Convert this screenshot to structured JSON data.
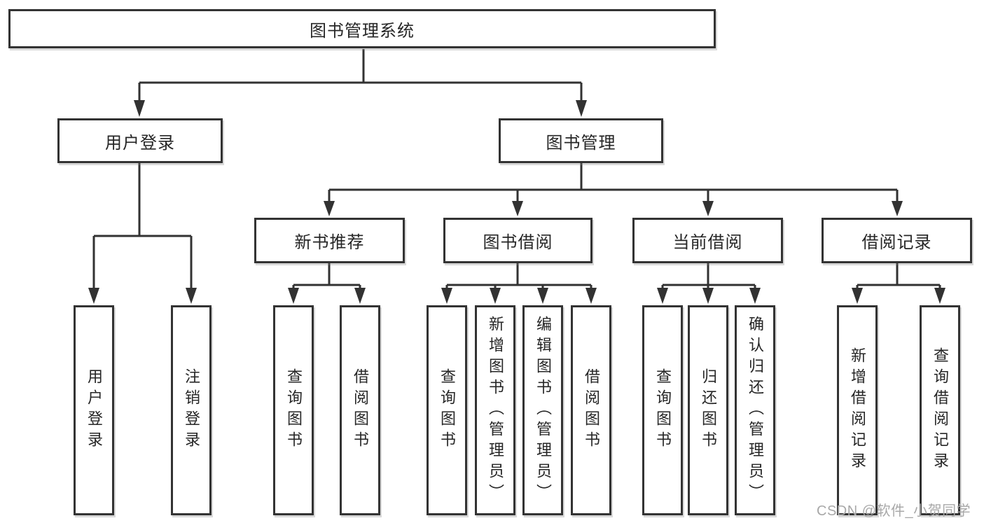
{
  "tree": {
    "root": {
      "label": "图书管理系统",
      "children": [
        {
          "label": "用户登录",
          "children": [
            {
              "label": "用户登录"
            },
            {
              "label": "注销登录"
            }
          ]
        },
        {
          "label": "图书管理",
          "children": [
            {
              "label": "新书推荐",
              "children": [
                {
                  "label": "查询图书"
                },
                {
                  "label": "借阅图书"
                }
              ]
            },
            {
              "label": "图书借阅",
              "children": [
                {
                  "label": "查询图书"
                },
                {
                  "label": "新增图书（管理员）"
                },
                {
                  "label": "编辑图书（管理员）"
                },
                {
                  "label": "借阅图书"
                }
              ]
            },
            {
              "label": "当前借阅",
              "children": [
                {
                  "label": "查询图书"
                },
                {
                  "label": "归还图书"
                },
                {
                  "label": "确认归还（管理员）"
                }
              ]
            },
            {
              "label": "借阅记录",
              "children": [
                {
                  "label": "新增借阅记录"
                },
                {
                  "label": "查询借阅记录"
                }
              ]
            }
          ]
        }
      ]
    }
  },
  "watermark": {
    "text": "CSDN @软件_小贺同学"
  },
  "colors": {
    "line": "#323232",
    "box_border": "#333333",
    "text": "#262626",
    "watermark": "#a8a8a8",
    "background": "#ffffff"
  }
}
